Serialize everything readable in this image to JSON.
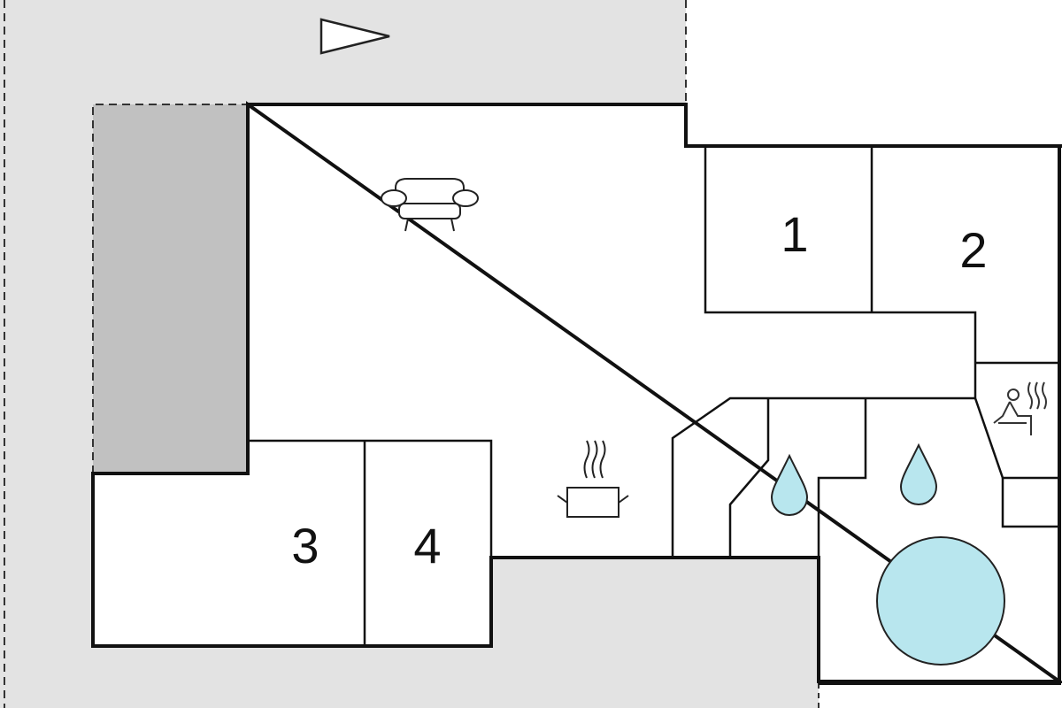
{
  "colors": {
    "terrace": "#e3e3e3",
    "carport": "#c1c1c1",
    "wall": "#111111",
    "water": "#b8e6ee",
    "background": "#ffffff"
  },
  "rooms": [
    {
      "id": "bedroom-1",
      "label": "1"
    },
    {
      "id": "bedroom-2",
      "label": "2"
    },
    {
      "id": "bedroom-3",
      "label": "3"
    },
    {
      "id": "bedroom-4",
      "label": "4"
    }
  ],
  "icons": [
    "north-arrow-icon",
    "sofa-icon",
    "kitchen-pot-icon",
    "sauna-icon",
    "water-drop-icon",
    "pool-icon"
  ]
}
